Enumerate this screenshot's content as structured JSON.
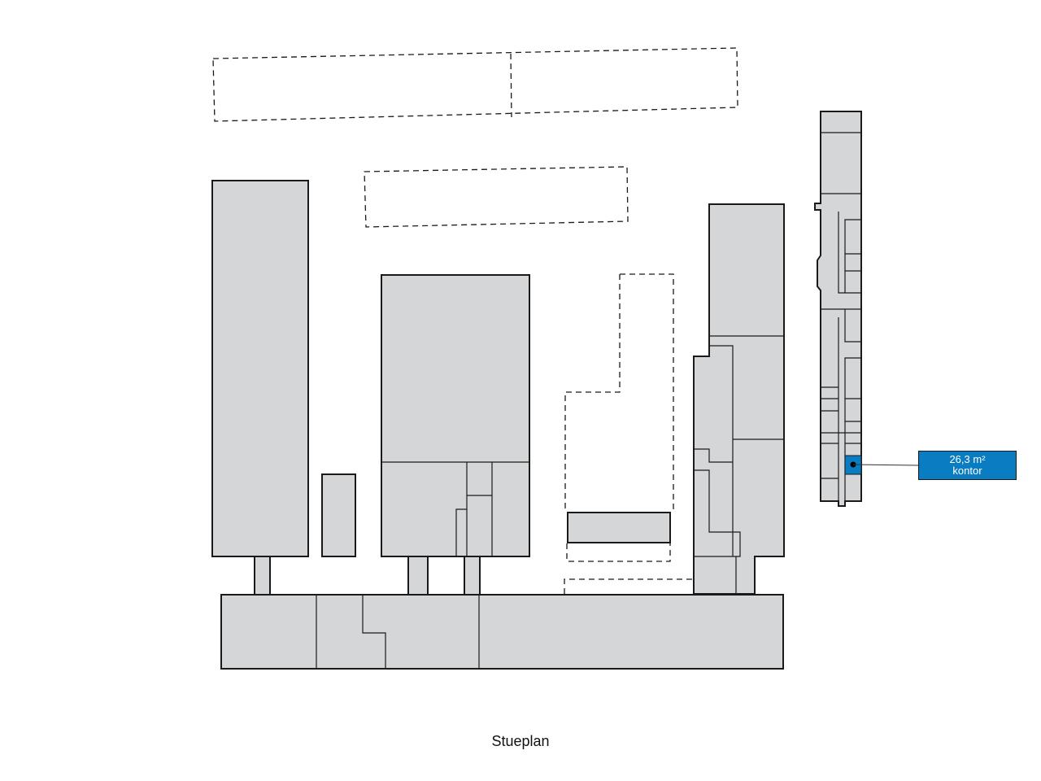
{
  "floor_title": "Stueplan",
  "unit": {
    "area": "26,3 m²",
    "type": "kontor"
  },
  "colors": {
    "building_fill": "#d5d6d8",
    "highlight": "#0a7cc2",
    "outline": "#1a1a1a"
  }
}
